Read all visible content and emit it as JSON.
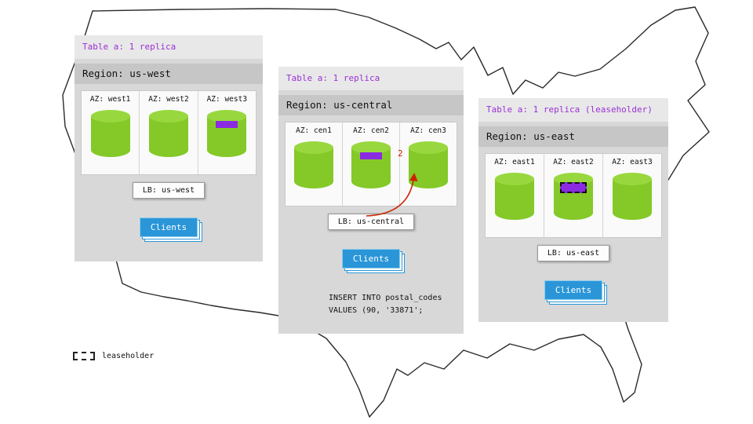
{
  "colors": {
    "cylinder-green": "#84c928",
    "cylinder-green-top": "#98d83e",
    "replica-purple": "#8a2be2",
    "table-label-purple": "#9b30d6",
    "clients-blue": "#2a96d8",
    "arrow-red": "#cc2200"
  },
  "legend": {
    "label": "leaseholder"
  },
  "panels": [
    {
      "region": "us-west",
      "table_label": "Table a: 1 replica",
      "region_label": "Region: us-west",
      "azs": [
        {
          "label": "AZ: west1",
          "replica": false,
          "leaseholder": false
        },
        {
          "label": "AZ: west2",
          "replica": false,
          "leaseholder": false
        },
        {
          "label": "AZ: west3",
          "replica": true,
          "leaseholder": false
        }
      ],
      "lb_label": "LB: us-west",
      "clients_label": "Clients"
    },
    {
      "region": "us-central",
      "table_label": "Table a: 1 replica",
      "region_label": "Region: us-central",
      "azs": [
        {
          "label": "AZ: cen1",
          "replica": false,
          "leaseholder": false
        },
        {
          "label": "AZ: cen2",
          "replica": true,
          "leaseholder": false
        },
        {
          "label": "AZ: cen3",
          "replica": false,
          "leaseholder": false
        }
      ],
      "lb_label": "LB: us-central",
      "clients_label": "Clients",
      "arrow_label": "2",
      "query_text": "INSERT INTO postal_codes\nVALUES (90, '33871';"
    },
    {
      "region": "us-east",
      "table_label": "Table a: 1 replica (leaseholder)",
      "region_label": "Region: us-east",
      "azs": [
        {
          "label": "AZ: east1",
          "replica": false,
          "leaseholder": false
        },
        {
          "label": "AZ: east2",
          "replica": true,
          "leaseholder": true
        },
        {
          "label": "AZ: east3",
          "replica": false,
          "leaseholder": false
        }
      ],
      "lb_label": "LB: us-east",
      "clients_label": "Clients"
    }
  ]
}
